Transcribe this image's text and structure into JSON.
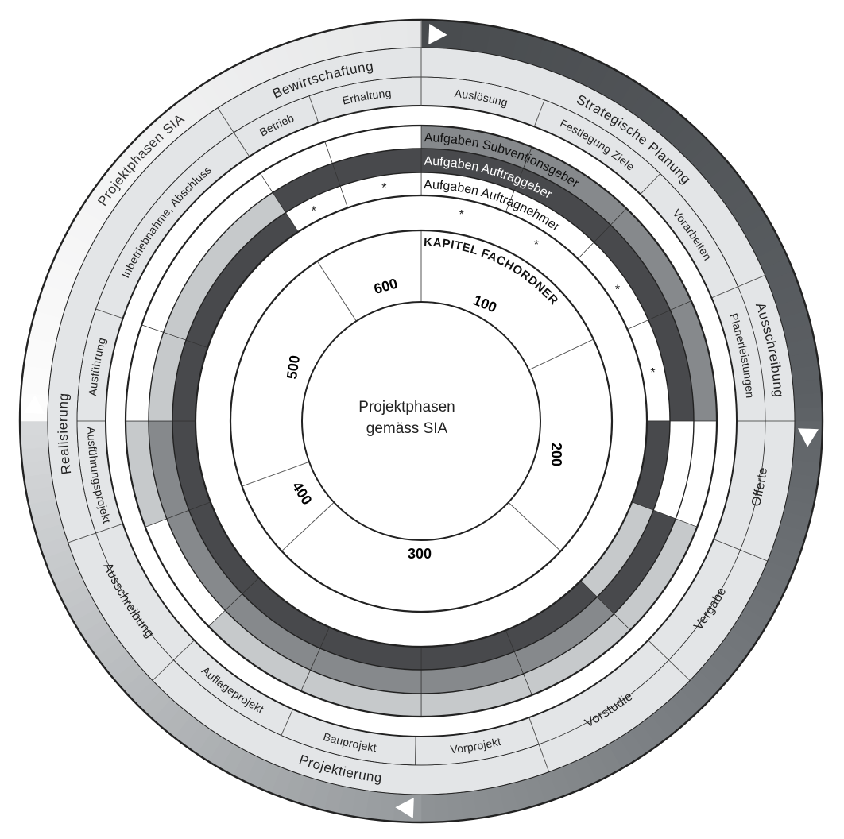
{
  "center": {
    "line1": "Projektphasen",
    "line2": "gemäss SIA"
  },
  "outer_band_label": "Projektphasen SIA",
  "phases": {
    "strategische_planung": "Strategische Planung",
    "ausloesung": "Auslösung",
    "festlegung_ziele": "Festlegung Ziele",
    "vorarbeiten": "Vorarbeiten",
    "ausschreibung_planer_1": "Ausschreibung",
    "ausschreibung_planer_2": "Planerleistungen",
    "offerte": "Offerte",
    "vergabe": "Vergabe",
    "vorstudie": "Vorstudie",
    "projektierung": "Projektierung",
    "vorprojekt": "Vorprojekt",
    "bauprojekt": "Bauprojekt",
    "auflageprojekt": "Auflageprojekt",
    "ausschreibung": "Ausschreibung",
    "realisierung": "Realisierung",
    "ausfuehrungsprojekt": "Ausführungsprojekt",
    "ausfuehrung": "Ausführung",
    "inbetriebnahme": "Inbetriebnahme, Abschluss",
    "bewirtschaftung": "Bewirtschaftung",
    "betrieb": "Betrieb",
    "erhaltung": "Erhaltung"
  },
  "task_rings": {
    "subventionsgeber": "Aufgaben Subventionsgeber",
    "auftraggeber": "Aufgaben Auftraggeber",
    "auftragnehmer": "Aufgaben Auftragnehmer"
  },
  "asterisk": "*",
  "matrix": [
    [
      "m",
      "d",
      "w*"
    ],
    [
      "m",
      "d",
      "w*"
    ],
    [
      "m",
      "d",
      "w*"
    ],
    [
      "m",
      "d",
      "w*"
    ],
    [
      "w",
      "w",
      "d"
    ],
    [
      "l",
      "d",
      "l"
    ],
    [
      "l",
      "m",
      "d"
    ],
    [
      "l",
      "m",
      "d"
    ],
    [
      "l",
      "m",
      "d"
    ],
    [
      "l",
      "m",
      "d"
    ],
    [
      "w",
      "m",
      "d"
    ],
    [
      "l",
      "m",
      "d"
    ],
    [
      "w",
      "l",
      "d"
    ],
    [
      "w",
      "l",
      "d"
    ],
    [
      "w",
      "d",
      "w*"
    ],
    [
      "w",
      "d",
      "w*"
    ]
  ],
  "chapters": {
    "title": "KAPITEL FACHORDNER",
    "items": [
      "100",
      "200",
      "300",
      "400",
      "500",
      "600"
    ]
  },
  "colors": {
    "dark": "#48494c",
    "mid": "#86898c",
    "light": "#c6c9cb",
    "white": "#ffffff",
    "phase": "#e3e5e7",
    "line": "#222222"
  }
}
